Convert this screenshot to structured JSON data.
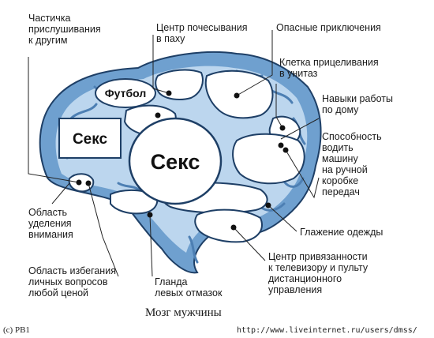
{
  "labels": {
    "listening": "Частичка\nприслушивания\nк другим",
    "scratch": "Центр почесывания\nв паху",
    "adventures": "Опасные приключения",
    "aim": "Клетка прицеливания\nв унитаз",
    "housework": "Навыки работы\nпо дому",
    "driving": "Способность\nводить\nмашину\nна ручной\nкоробке\nпередач",
    "ironing": "Глажение одежды",
    "remote": "Центр привязанности\nк телевизору и пульту\nдистанционного\nуправления",
    "excuses": "Гланда\nлевых отмазок",
    "avoid": "Область избегания\nличных вопросов\nлюбой ценой",
    "attention": "Область\nуделения\nвнимания"
  },
  "regions": {
    "football": "Футбол",
    "sex_small": "Секс",
    "sex_big": "Секс"
  },
  "caption": "Мозг мужчины",
  "footer": {
    "left": "(c) PB1",
    "url": "http://www.liveinternet.ru/users/dmss/"
  },
  "colors": {
    "brain_outer": "#6fa0cf",
    "brain_inner": "#bcd6ee",
    "gyri": "#4d7fb3",
    "region_fill": "#ffffff",
    "outline": "#1e3f66"
  }
}
